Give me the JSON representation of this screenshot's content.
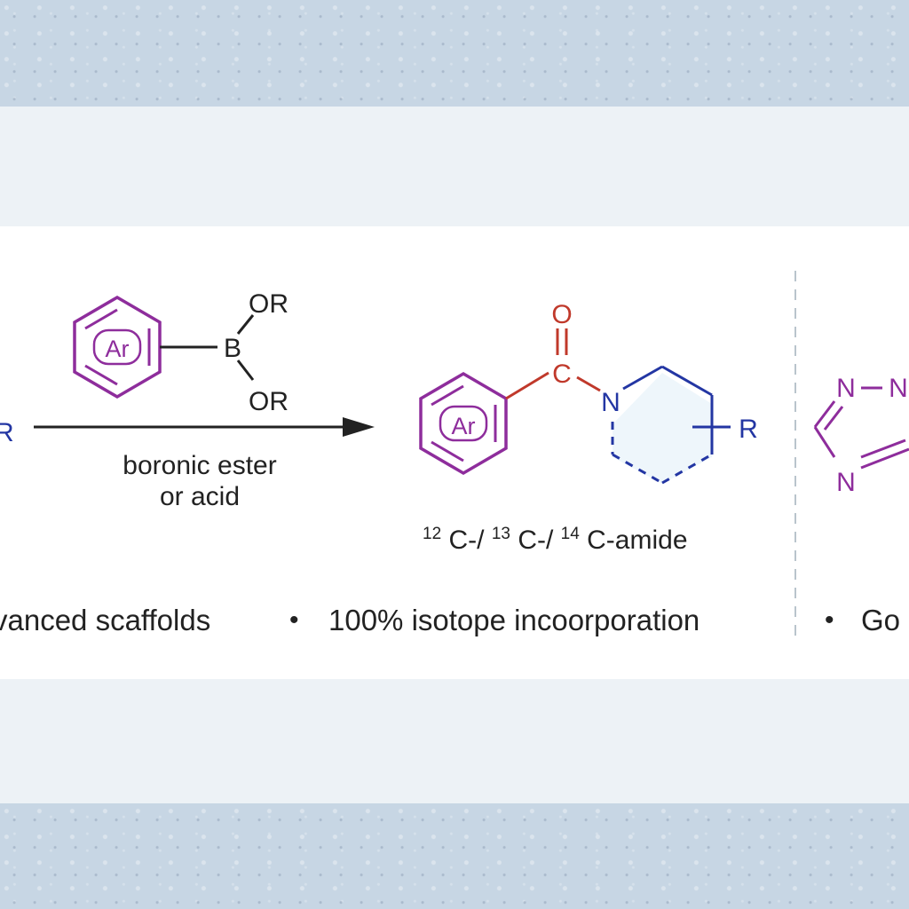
{
  "reagent": {
    "ring_label": "Ar",
    "boron_label": "B",
    "or_top": "OR",
    "or_bottom": "OR"
  },
  "arrow": {
    "label_line1": "boronic ester",
    "label_line2": "or acid"
  },
  "left_fragment": {
    "label": "R"
  },
  "product": {
    "ring_label": "Ar",
    "oxygen": "O",
    "carbon": "C",
    "nitrogen": "N",
    "r_group": "R",
    "isotope_1": "12",
    "text_1": "C-/",
    "isotope_2": "13",
    "text_2": "C-/",
    "isotope_3": "14",
    "text_3": "C-amide"
  },
  "triazole": {
    "n1": "N",
    "n2": "N",
    "n3": "N"
  },
  "features": {
    "item1": "vanced scaffolds",
    "bullet": "•",
    "item2": "100% isotope incoorporation",
    "item3": "Go"
  },
  "colors": {
    "purple": "#8e2d9c",
    "blue": "#2336a3",
    "red": "#c0392b",
    "black": "#222222",
    "dashed_divider": "#b9c4cc"
  }
}
